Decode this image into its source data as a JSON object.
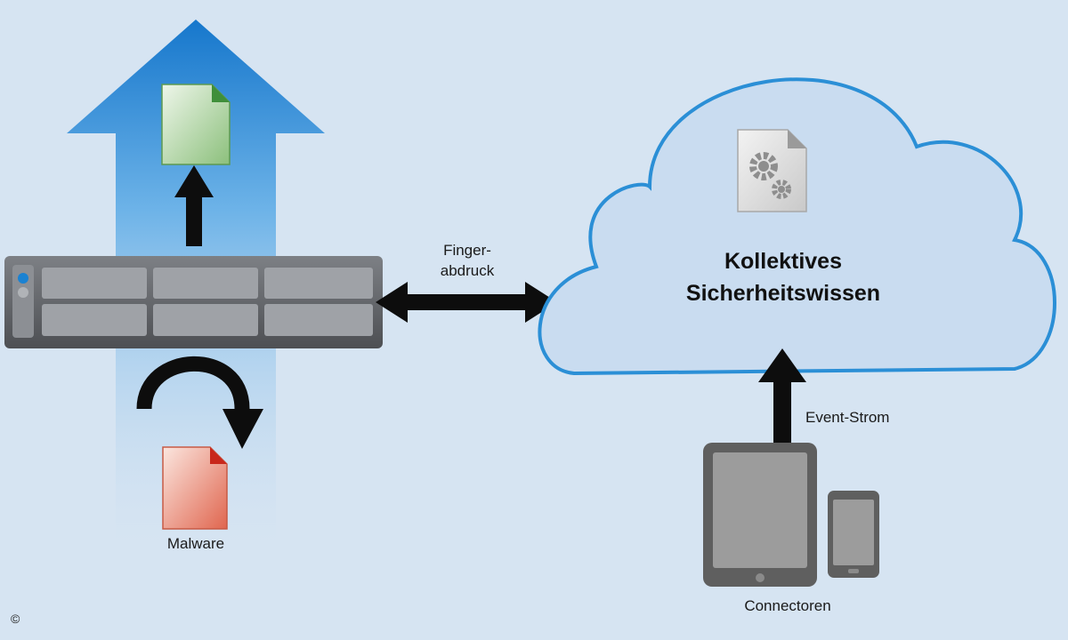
{
  "cloud": {
    "title_line1": "Kollektives",
    "title_line2": "Sicherheitswissen"
  },
  "labels": {
    "fingerprint_line1": "Finger-",
    "fingerprint_line2": "abdruck",
    "event_stream": "Event-Strom",
    "malware": "Malware",
    "connectors": "Connectoren",
    "copyright": "©"
  },
  "colors": {
    "background": "#d6e4f2",
    "up_arrow": "#1a82d2",
    "cloud_fill": "#c9dcf0",
    "cloud_stroke": "#2b8fd6",
    "clean_file": "#4aa843",
    "malware_file": "#d03a2a",
    "device": "#6c6c6c",
    "server": "#6f7175"
  },
  "icons": [
    "upload-arrow-icon",
    "clean-file-icon",
    "malware-file-icon",
    "server-appliance-icon",
    "gear-document-icon",
    "tablet-icon",
    "smartphone-icon",
    "redirect-arrow-icon",
    "double-arrow-icon",
    "up-arrow-icon"
  ]
}
